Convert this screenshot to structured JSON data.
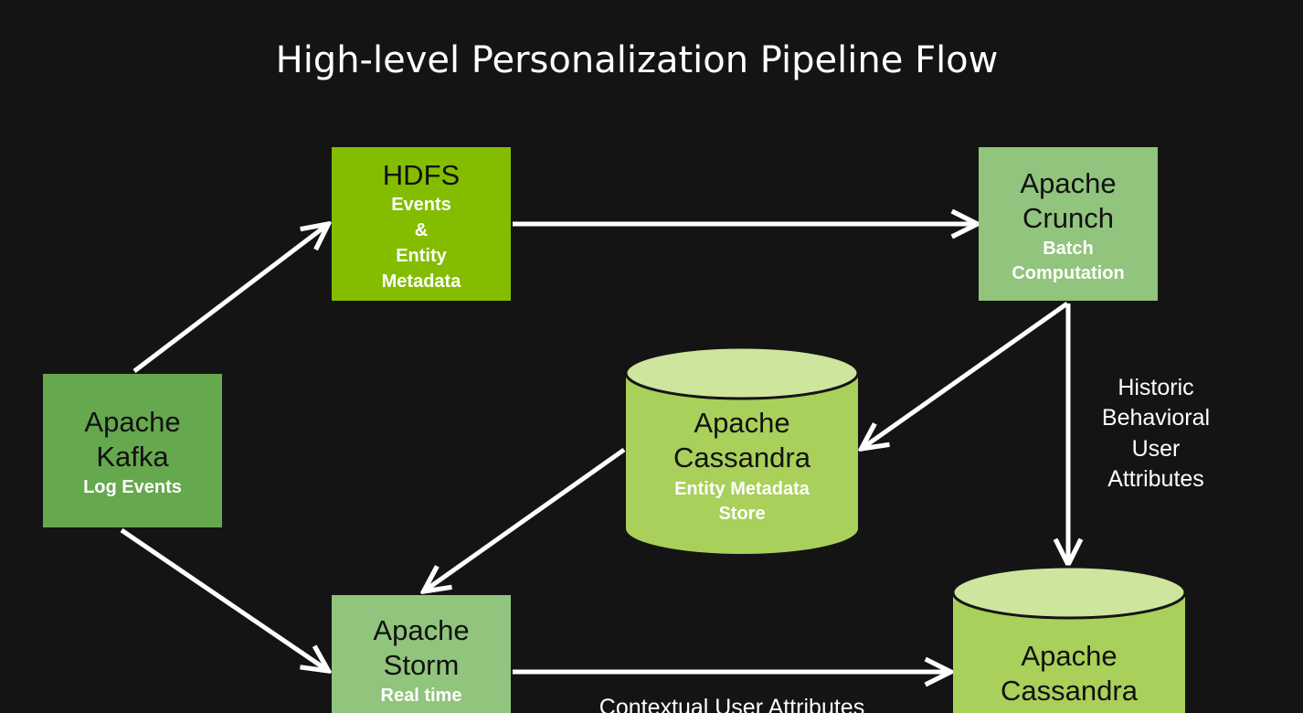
{
  "title": "High-level Personalization Pipeline Flow",
  "colors": {
    "background": "#141414",
    "kafka": "#65a84e",
    "hdfs": "#84bd00",
    "crunch": "#91c47c",
    "storm": "#91c47c",
    "cassandra_body": "#a8d05a",
    "cassandra_top": "#cde59c",
    "arrow": "#ffffff"
  },
  "nodes": {
    "kafka": {
      "name": [
        "Apache",
        "Kafka"
      ],
      "sub": [
        "Log Events"
      ]
    },
    "hdfs": {
      "name": [
        "HDFS"
      ],
      "sub": [
        "Events",
        "&",
        "Entity",
        "Metadata"
      ]
    },
    "crunch": {
      "name": [
        "Apache",
        "Crunch"
      ],
      "sub": [
        "Batch",
        "Computation"
      ]
    },
    "cassandra_entity": {
      "name": [
        "Apache",
        "Cassandra"
      ],
      "sub": [
        "Entity Metadata",
        "Store"
      ]
    },
    "storm": {
      "name": [
        "Apache",
        "Storm"
      ],
      "sub": [
        "Real time"
      ]
    },
    "cassandra_user": {
      "name": [
        "Apache",
        "Cassandra"
      ]
    }
  },
  "edge_labels": {
    "historic": [
      "Historic",
      "Behavioral",
      "User",
      "Attributes"
    ],
    "contextual": "Contextual User Attributes"
  }
}
